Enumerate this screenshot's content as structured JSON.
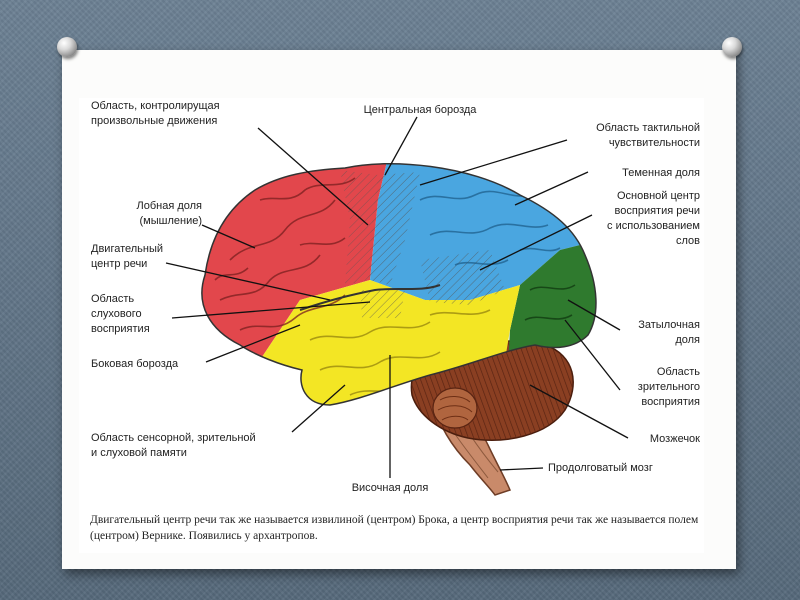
{
  "labels": {
    "area_voluntary": "Область, контролирущая\nпроизвольные движения",
    "frontal": "Лобная доля\n(мышление)",
    "motor_speech": "Двигательный\nцентр речи",
    "auditory": "Область\nслухового\nвосприятия",
    "lateral_sulcus": "Боковая борозда",
    "memory": "Область сенсорной, зрительной\nи слуховой памяти",
    "central_sulcus": "Центральная борозда",
    "temporal": "Височная доля",
    "tactile": "Область тактильной\nчувствительности",
    "parietal": "Теменная доля",
    "speech_perception": "Основной центр\nвосприятия речи\nс использованием\nслов",
    "occipital": "Затылочная\nдоля",
    "visual": "Область\nзрительного\nвосприятия",
    "cerebellum": "Мозжечок",
    "medulla": "Продолговатый мозг"
  },
  "caption": "Двигательный центр речи так же называется извилиной (центром) Брока, а центр восприятия речи так же называется полем (центром) Вернике. Появились у архантропов.",
  "colors": {
    "frontal": "#e2474c",
    "parietal": "#4aa6e0",
    "temporal": "#f3e624",
    "occipital": "#2f7a2e",
    "cerebellum": "#8a3f22",
    "stem": "#c98a6a"
  }
}
